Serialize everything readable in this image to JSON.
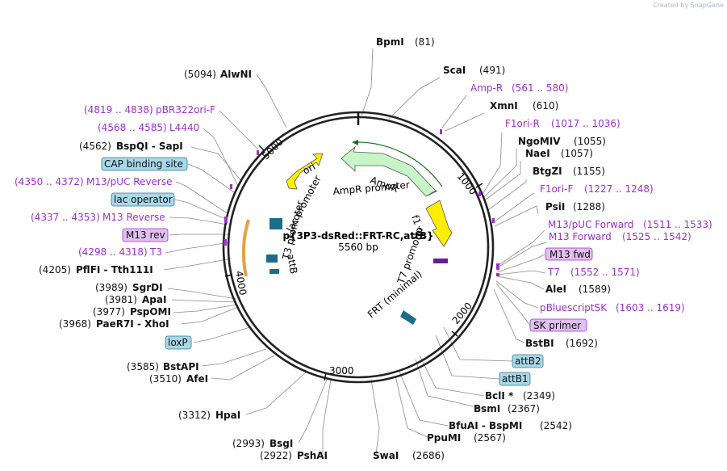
{
  "credit": {
    "prefix": "Created by",
    "brand": "SnapGene"
  },
  "plasmid": {
    "name": "p{3P3-dsRed::FRT-RC,attB}",
    "size": "5560 bp"
  },
  "ticks": [
    "1000",
    "2000",
    "3000",
    "4000",
    "5000"
  ],
  "site_labels": [
    {
      "name": "BpmI",
      "pos": "(81)"
    },
    {
      "name": "ScaI",
      "pos": "(491)"
    },
    {
      "name": "Amp-R",
      "pos": "(561 .. 580)"
    },
    {
      "name": "XmnI",
      "pos": "(610)"
    },
    {
      "name": "F1ori-R",
      "pos": "(1017 .. 1036)"
    },
    {
      "name": "NgoMIV",
      "pos": "(1055)"
    },
    {
      "name": "NaeI",
      "pos": "(1057)"
    },
    {
      "name": "BtgZI",
      "pos": "(1155)"
    },
    {
      "name": "F1ori-F",
      "pos": "(1227 .. 1248)"
    },
    {
      "name": "PsiI",
      "pos": "(1288)"
    },
    {
      "name": "M13/pUC Forward",
      "pos": "(1511 .. 1533)"
    },
    {
      "name": "M13 Forward",
      "pos": "(1525 .. 1542)"
    },
    {
      "name": "M13 fwd",
      "pos": ""
    },
    {
      "name": "T7",
      "pos": "(1552 .. 1571)"
    },
    {
      "name": "AleI",
      "pos": "(1589)"
    },
    {
      "name": "pBluescriptSK",
      "pos": "(1603 .. 1619)"
    },
    {
      "name": "SK primer",
      "pos": ""
    },
    {
      "name": "BstBI",
      "pos": "(1692)"
    },
    {
      "name": "attB2",
      "pos": ""
    },
    {
      "name": "attB1",
      "pos": ""
    },
    {
      "name": "BclI *",
      "pos": "(2349)"
    },
    {
      "name": "BsmI",
      "pos": "(2367)"
    },
    {
      "name": "BfuAI - BspMI",
      "pos": "(2542)"
    },
    {
      "name": "PpuMI",
      "pos": "(2567)"
    },
    {
      "name": "SwaI",
      "pos": "(2686)"
    },
    {
      "name": "PshAI",
      "pos": "(2922)"
    },
    {
      "name": "BsgI",
      "pos": "(2993)"
    },
    {
      "name": "HpaI",
      "pos": "(3312)"
    },
    {
      "name": "AfeI",
      "pos": "(3510)"
    },
    {
      "name": "BstAPI",
      "pos": "(3585)"
    },
    {
      "name": "loxP",
      "pos": ""
    },
    {
      "name": "PaeR7I - XhoI",
      "pos": "(3968)"
    },
    {
      "name": "PspOMI",
      "pos": "(3977)"
    },
    {
      "name": "ApaI",
      "pos": "(3981)"
    },
    {
      "name": "SgrDI",
      "pos": "(3989)"
    },
    {
      "name": "PflFI - Tth111I",
      "pos": "(4205)"
    },
    {
      "name": "T3",
      "pos": "(4298 .. 4318)"
    },
    {
      "name": "M13 rev",
      "pos": ""
    },
    {
      "name": "M13 Reverse",
      "pos": "(4337 .. 4353)"
    },
    {
      "name": "lac operator",
      "pos": ""
    },
    {
      "name": "M13/pUC Reverse",
      "pos": "(4350 .. 4372)"
    },
    {
      "name": "CAP binding site",
      "pos": ""
    },
    {
      "name": "BspQI - SapI",
      "pos": "(4562)"
    },
    {
      "name": "L4440",
      "pos": "(4568 .. 4585)"
    },
    {
      "name": "pBR322ori-F",
      "pos": "(4819 .. 4838)"
    },
    {
      "name": "AlwNI",
      "pos": "(5094)"
    }
  ],
  "features": [
    {
      "name": "ori"
    },
    {
      "name": "AmpR"
    },
    {
      "name": "AmpR promoter"
    },
    {
      "name": "f1 ori"
    },
    {
      "name": "lac promoter"
    },
    {
      "name": "T3 promoter"
    },
    {
      "name": "attB"
    },
    {
      "name": "T7 promoter"
    },
    {
      "name": "FRT (minimal)"
    }
  ]
}
